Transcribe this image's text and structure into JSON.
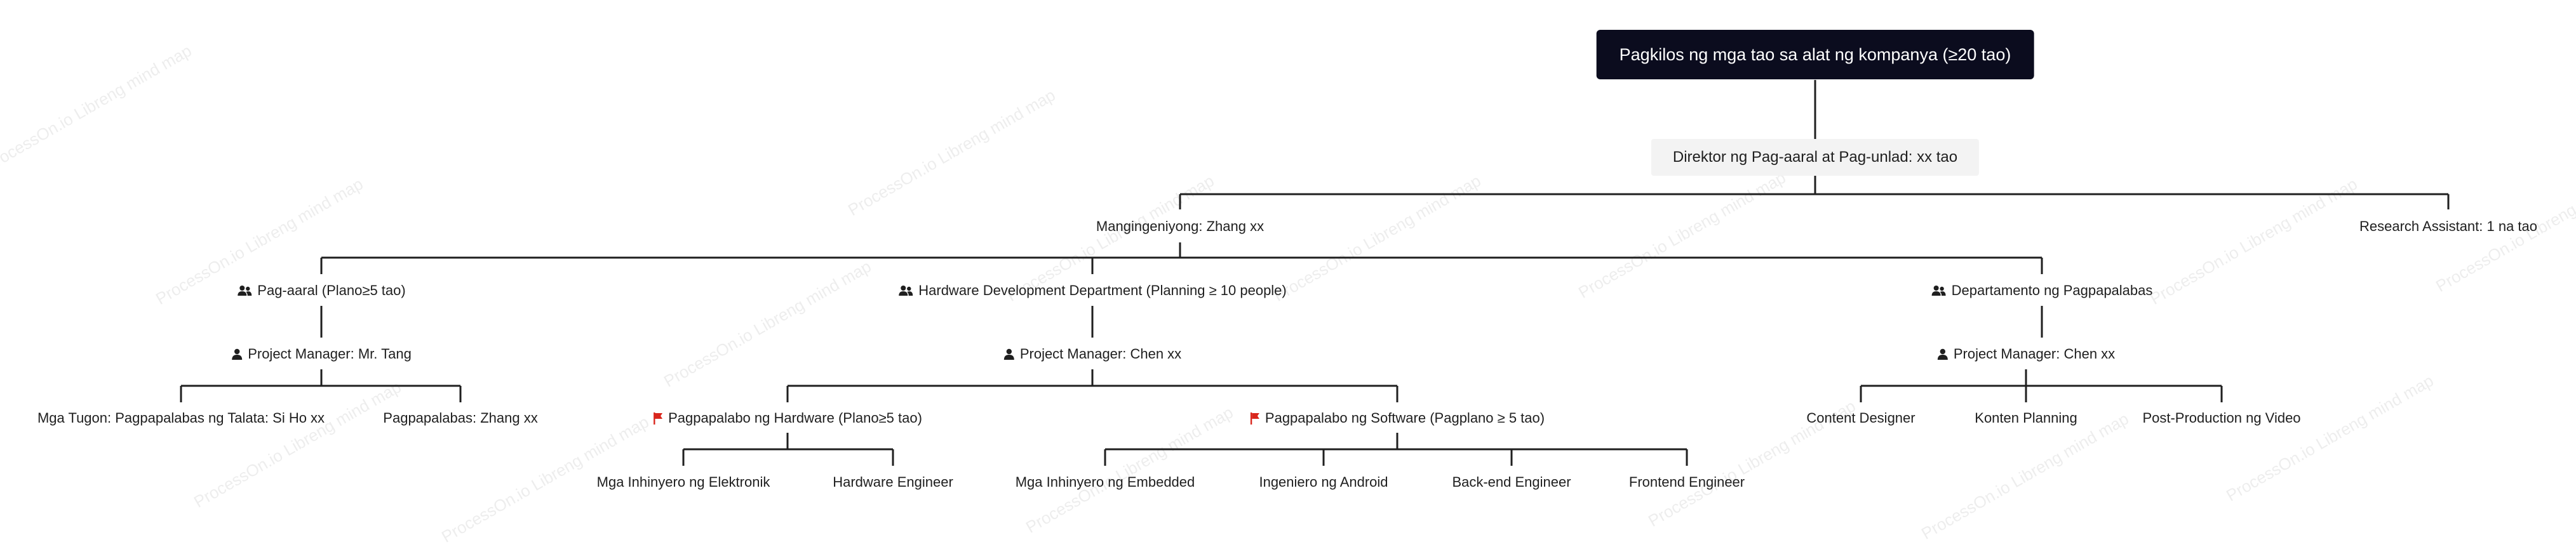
{
  "watermark": "ProcessOn.io Libreng mind map",
  "nodes": {
    "root": "Pagkilos ng mga tao sa alat ng kompanya  (≥20 tao)",
    "director": "Direktor ng Pag-aaral at Pag-unlad: xx tao",
    "engineer_lead": "Mangingeniyong: Zhang xx",
    "research_assistant": "Research Assistant: 1 na tao",
    "dept_study": "Pag-aaral (Plano≥5 tao)",
    "dept_hardware_dev": "Hardware Development Department (Planning ≥ 10 people)",
    "dept_dev": "Departamento ng Pagpapalabas",
    "pm_tang": "Project Manager: Mr. Tang",
    "pm_chen_hw": "Project Manager: Chen xx",
    "pm_chen_dev": "Project Manager: Chen xx",
    "study_response": "Mga Tugon: Pagpapalabas ng Talata: Si Ho xx",
    "study_dev": "Pagpapalabas: Zhang xx",
    "hw_group": "Pagpapalabo ng Hardware (Plano≥5 tao)",
    "sw_group": "Pagpapalabo ng Software (Pagplano ≥ 5 tao)",
    "content_designer": "Content Designer",
    "content_planning": "Konten Planning",
    "video_post": "Post-Production ng Video",
    "electronic_eng": "Mga Inhinyero ng Elektronik",
    "hardware_eng": "Hardware Engineer",
    "embedded_eng": "Mga Inhinyero ng Embedded",
    "android_eng": "Ingeniero ng Android",
    "backend_eng": "Back-end Engineer",
    "frontend_eng": "Frontend Engineer"
  },
  "icons": {
    "department": "people-icon",
    "manager": "person-icon",
    "group": "flag-icon"
  },
  "colors": {
    "root_bg": "#0b0c1e",
    "pill_bg": "#f3f3f3",
    "line": "#1f1f1f",
    "flag": "#d9261c"
  }
}
